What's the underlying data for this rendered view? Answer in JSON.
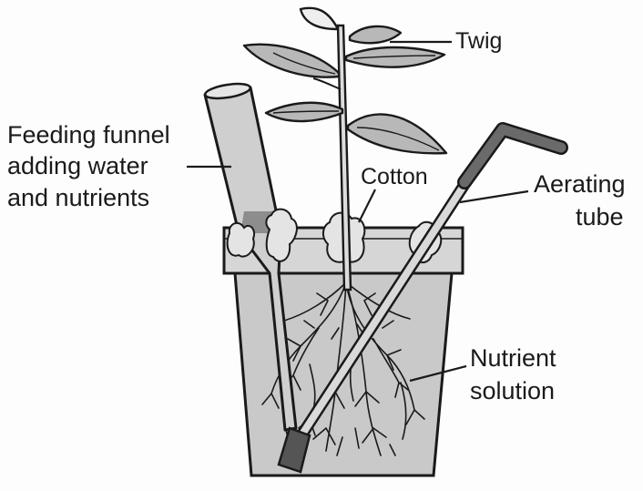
{
  "diagram": {
    "labels": {
      "twig": "Twig",
      "funnel_line1": "Feeding funnel",
      "funnel_line2": "adding water",
      "funnel_line3": "and nutrients",
      "cotton": "Cotton",
      "aerating_line1": "Aerating",
      "aerating_line2": "tube",
      "nutrient_line1": "Nutrient",
      "nutrient_line2": "solution"
    },
    "colors": {
      "ink": "#1a1a1a",
      "pot_fill": "#c9c9c9",
      "funnel_fill": "#cfcfcf",
      "leaf_fill": "#b8b8b8",
      "tube_fill": "#6a6a6a",
      "background": "#fdfdfd"
    }
  }
}
